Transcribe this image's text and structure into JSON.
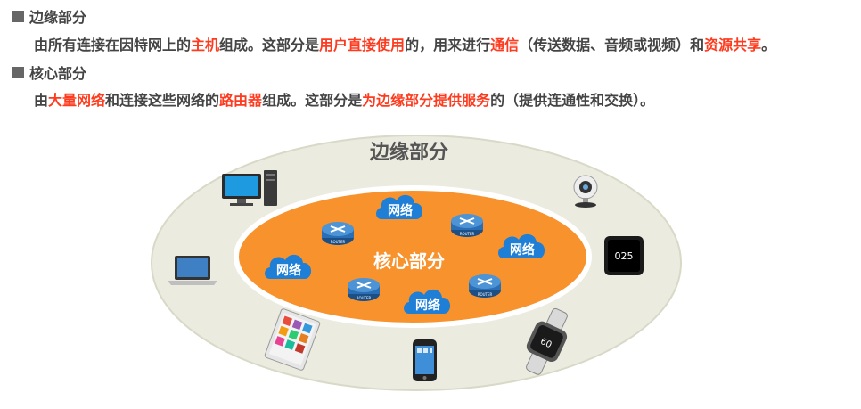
{
  "section1": {
    "heading": "边缘部分",
    "parts": [
      {
        "t": "由所有连接在因特网上的",
        "h": false
      },
      {
        "t": "主机",
        "h": true
      },
      {
        "t": "组成。这部分是",
        "h": false
      },
      {
        "t": "用户直接使用",
        "h": true
      },
      {
        "t": "的，用来进行",
        "h": false
      },
      {
        "t": "通信",
        "h": true
      },
      {
        "t": "（传送数据、音频或视频）和",
        "h": false
      },
      {
        "t": "资源共享",
        "h": true
      },
      {
        "t": "。",
        "h": false
      }
    ]
  },
  "section2": {
    "heading": "核心部分",
    "parts": [
      {
        "t": "由",
        "h": false
      },
      {
        "t": "大量网络",
        "h": true
      },
      {
        "t": "和连接这些网络的",
        "h": false
      },
      {
        "t": "路由器",
        "h": true
      },
      {
        "t": "组成。这部分是",
        "h": false
      },
      {
        "t": "为边缘部分提供服务",
        "h": true
      },
      {
        "t": "的（提供连通性和交换）。",
        "h": false
      }
    ]
  },
  "diagram": {
    "edge_label": "边缘部分",
    "core_label": "核心部分",
    "cloud_label": "网络",
    "router_label": "ROUTER",
    "watch_display": "60",
    "tablet_display": "025",
    "colors": {
      "edge_fill": "#ebebdf",
      "core_fill": "#f7922d",
      "cloud": "#1f7fd6",
      "router": "#2a6fb5",
      "highlight": "#ff3b1f"
    }
  }
}
